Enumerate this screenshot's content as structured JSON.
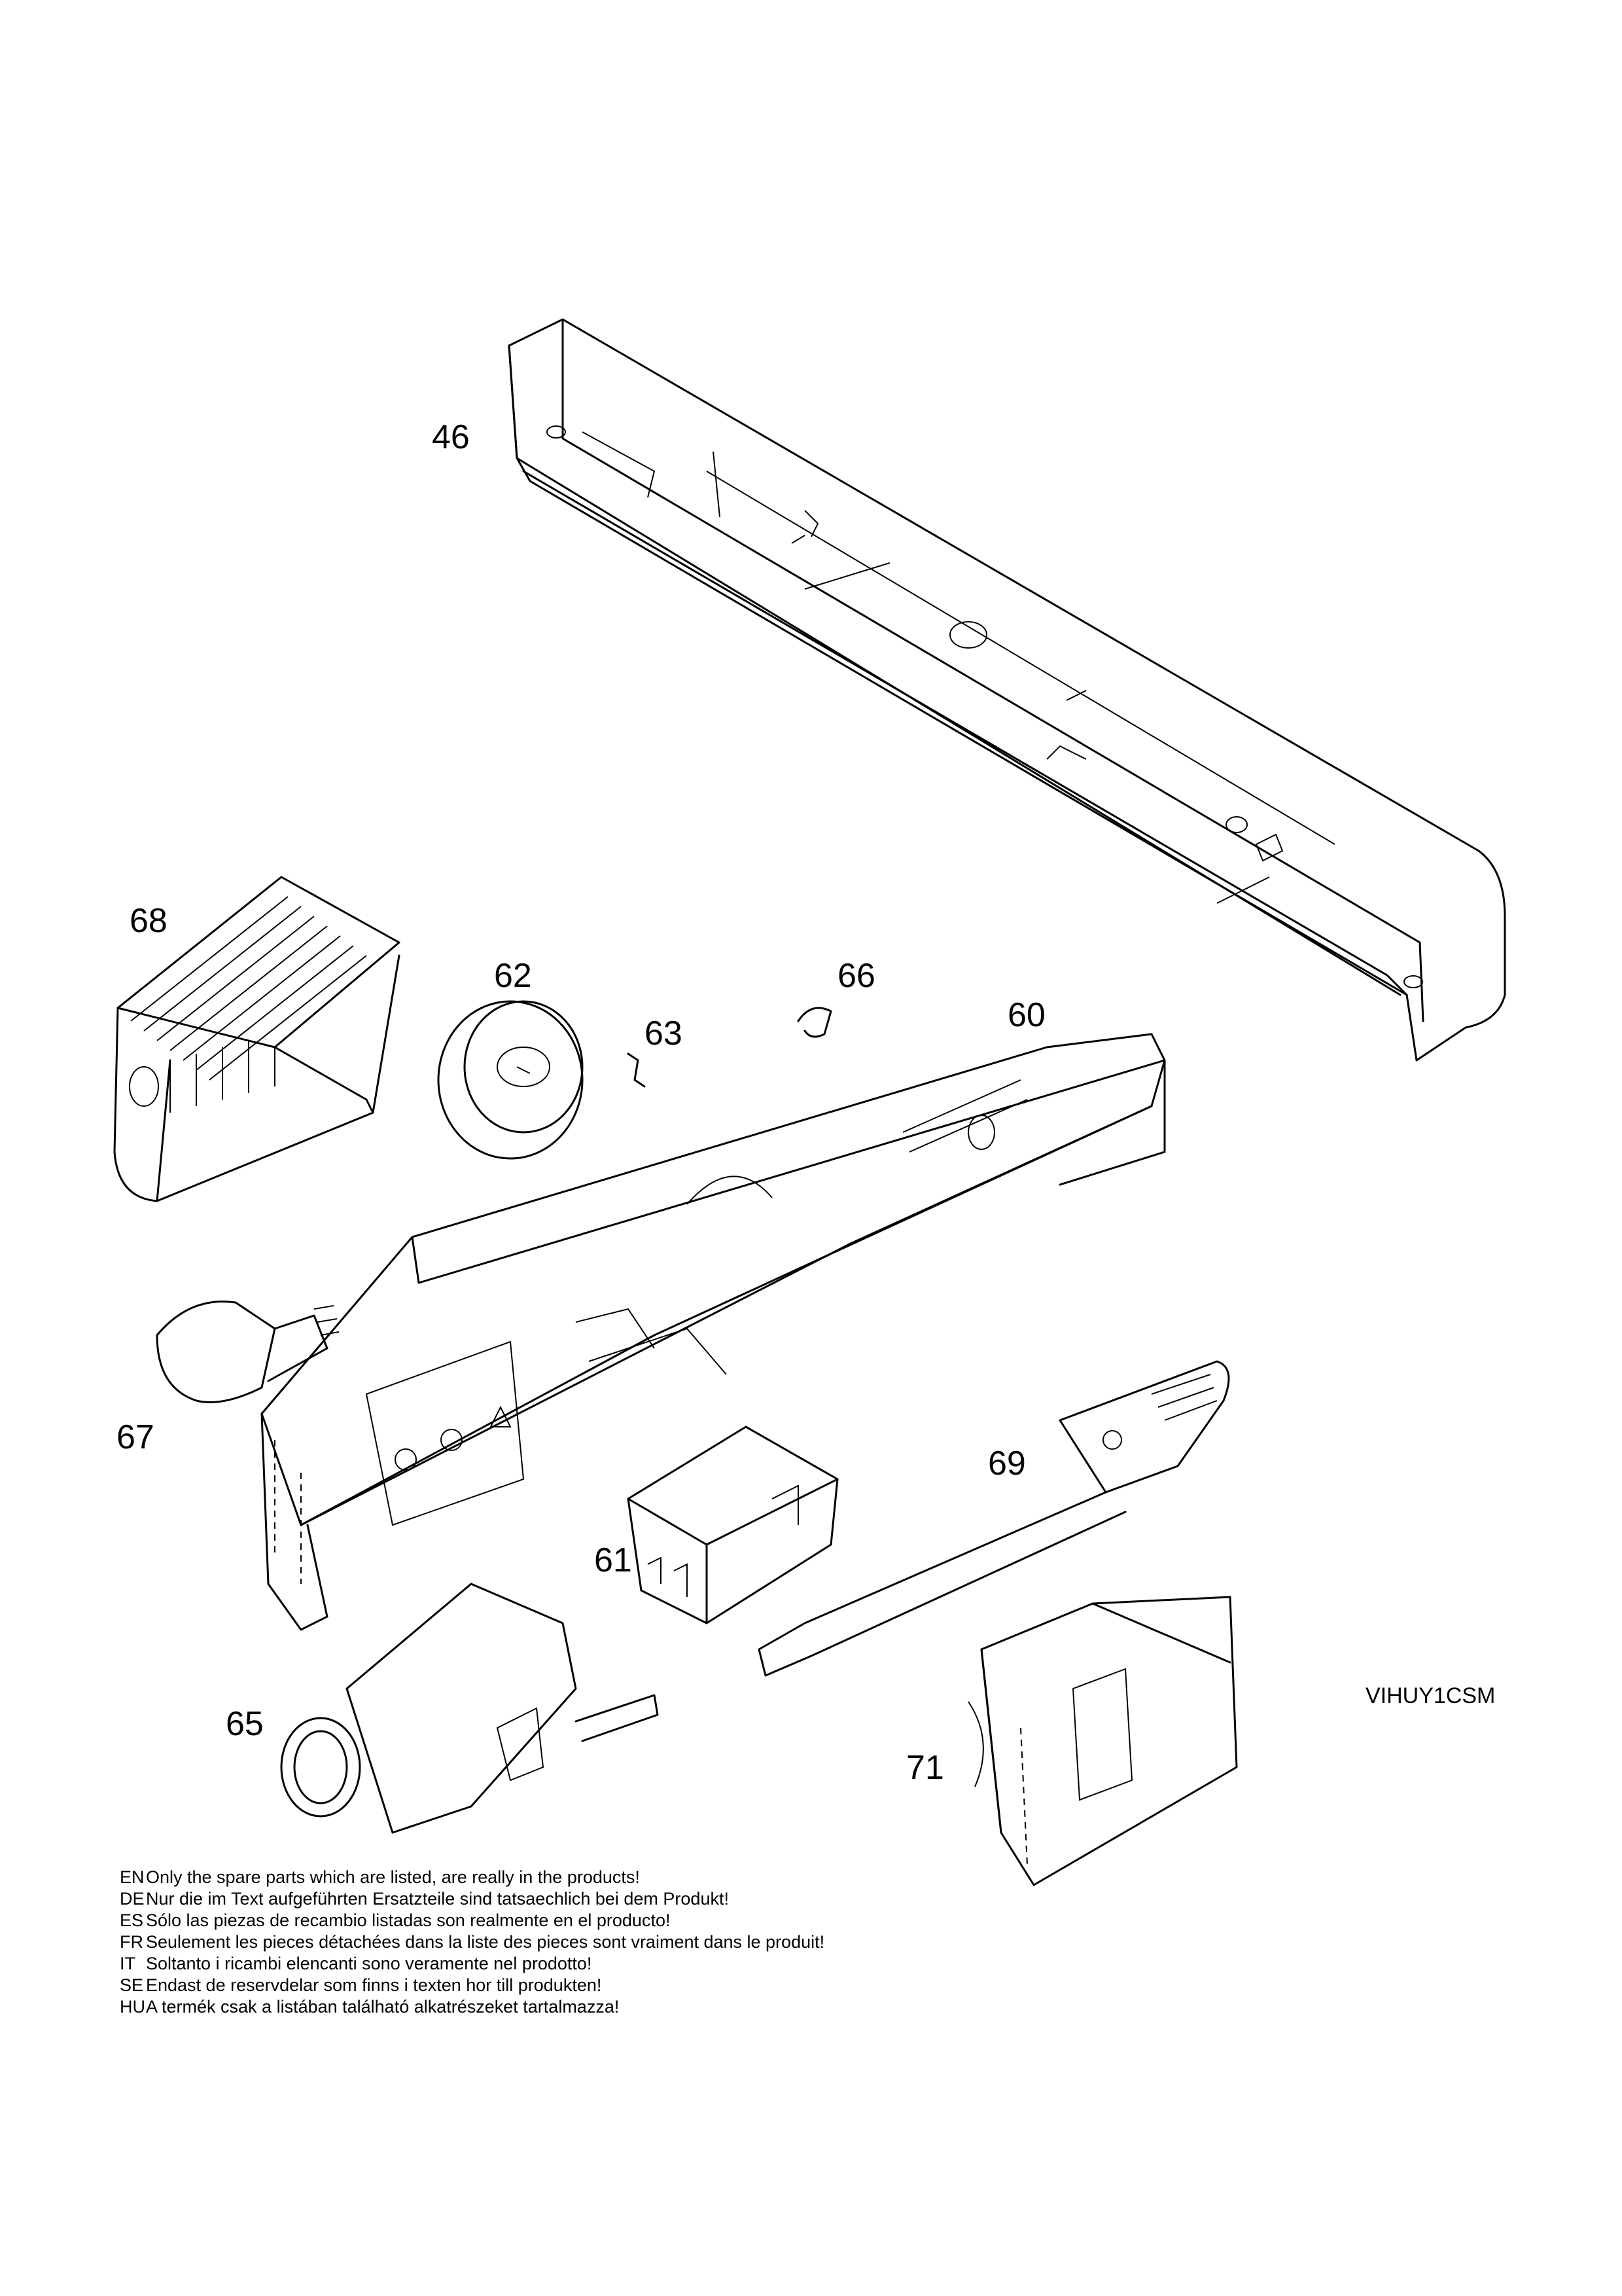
{
  "callouts": [
    {
      "id": "46",
      "label": "46"
    },
    {
      "id": "68",
      "label": "68"
    },
    {
      "id": "62",
      "label": "62"
    },
    {
      "id": "66",
      "label": "66"
    },
    {
      "id": "60",
      "label": "60"
    },
    {
      "id": "63",
      "label": "63"
    },
    {
      "id": "67",
      "label": "67"
    },
    {
      "id": "69",
      "label": "69"
    },
    {
      "id": "61",
      "label": "61"
    },
    {
      "id": "65",
      "label": "65"
    },
    {
      "id": "71",
      "label": "71"
    }
  ],
  "notes": [
    {
      "code": "EN",
      "text": "Only the spare parts which are listed, are really in the products!"
    },
    {
      "code": "DE",
      "text": "Nur die im Text aufgeführten Ersatzteile sind tatsaechlich bei dem Produkt!"
    },
    {
      "code": "ES",
      "text": "Sólo las piezas de recambio  listadas son realmente en el producto!"
    },
    {
      "code": "FR",
      "text": "Seulement les pieces détachées dans la liste des pieces sont vraiment dans le produit!"
    },
    {
      "code": "IT",
      "text": "Soltanto i ricambi elencanti sono veramente nel prodotto!"
    },
    {
      "code": "SE",
      "text": "Endast de reservdelar som finns i texten hor till produkten!"
    },
    {
      "code": "HU",
      "text": "A termék csak a listában található alkatrészeket tartalmazza!"
    }
  ],
  "drawing_code": "VIHUY1CSM",
  "colors": {
    "line": "#000000",
    "background": "#ffffff"
  }
}
